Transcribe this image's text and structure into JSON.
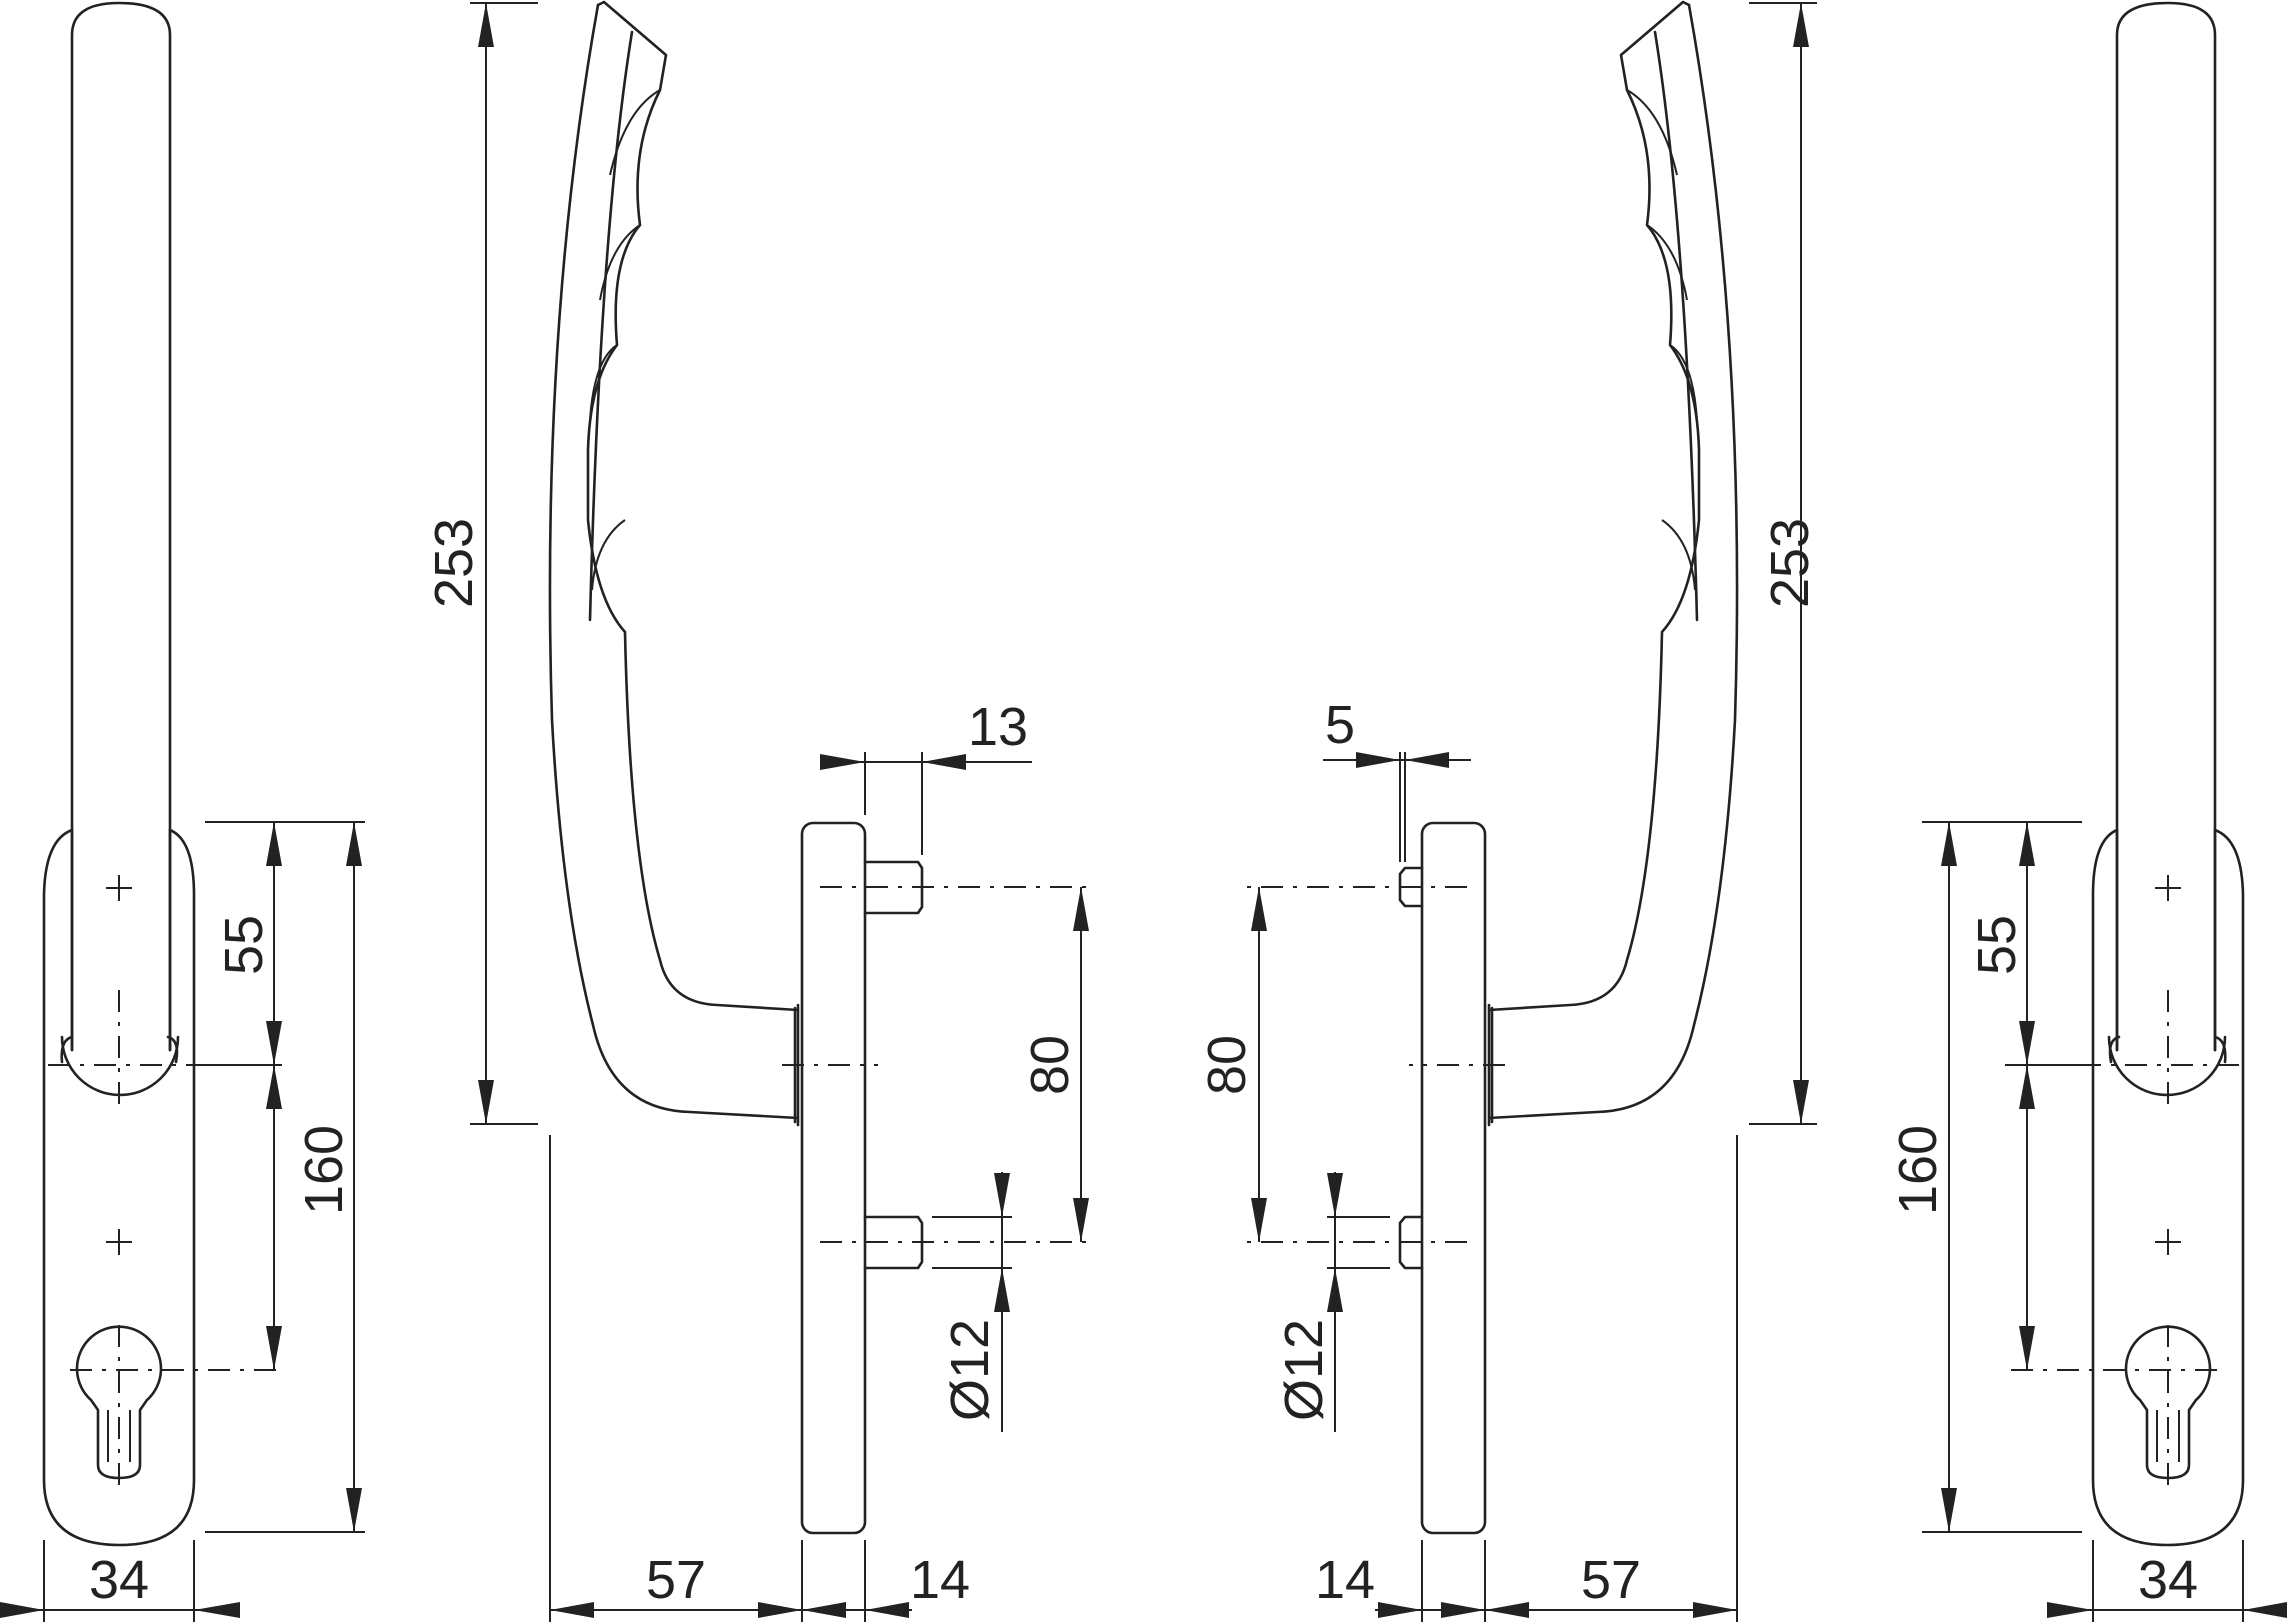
{
  "dimensions": {
    "left_width": "34",
    "left_offset_top": "55",
    "left_spacing": "160",
    "left_height": "253",
    "left_spindle_len": "13",
    "left_spindle_spacing": "80",
    "left_spindle_dia": "Ø12",
    "left_projection": "57",
    "left_rose_thickness": "14",
    "right_rose_thickness": "14",
    "right_projection": "57",
    "right_spindle_len": "5",
    "right_spindle_spacing": "80",
    "right_spindle_dia": "Ø12",
    "right_height": "253",
    "right_offset_top": "55",
    "right_spacing": "160",
    "right_width": "34"
  },
  "colors": {
    "line": "#222222",
    "background": "#ffffff"
  }
}
